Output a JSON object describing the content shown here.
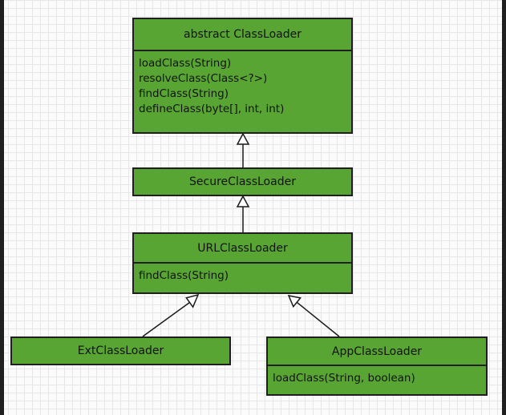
{
  "diagram": {
    "classes": [
      {
        "id": "classloader",
        "name": "abstract ClassLoader",
        "methods": [
          "loadClass(String)",
          "resolveClass(Class<?>)",
          "findClass(String)",
          "defineClass(byte[], int, int)"
        ]
      },
      {
        "id": "secure",
        "name": "SecureClassLoader",
        "methods": []
      },
      {
        "id": "url",
        "name": "URLClassLoader",
        "methods": [
          "findClass(String)"
        ]
      },
      {
        "id": "ext",
        "name": "ExtClassLoader",
        "methods": []
      },
      {
        "id": "app",
        "name": "AppClassLoader",
        "methods": [
          "loadClass(String, boolean)"
        ]
      }
    ],
    "relations": [
      {
        "from": "SecureClassLoader",
        "to": "abstract ClassLoader",
        "type": "inheritance"
      },
      {
        "from": "URLClassLoader",
        "to": "SecureClassLoader",
        "type": "inheritance"
      },
      {
        "from": "ExtClassLoader",
        "to": "URLClassLoader",
        "type": "inheritance"
      },
      {
        "from": "AppClassLoader",
        "to": "URLClassLoader",
        "type": "inheritance"
      }
    ],
    "colors": {
      "box_fill": "#58a533",
      "border": "#1f1f1f",
      "connector": "#1a1a1a",
      "grid": "#e7e7e7"
    }
  }
}
